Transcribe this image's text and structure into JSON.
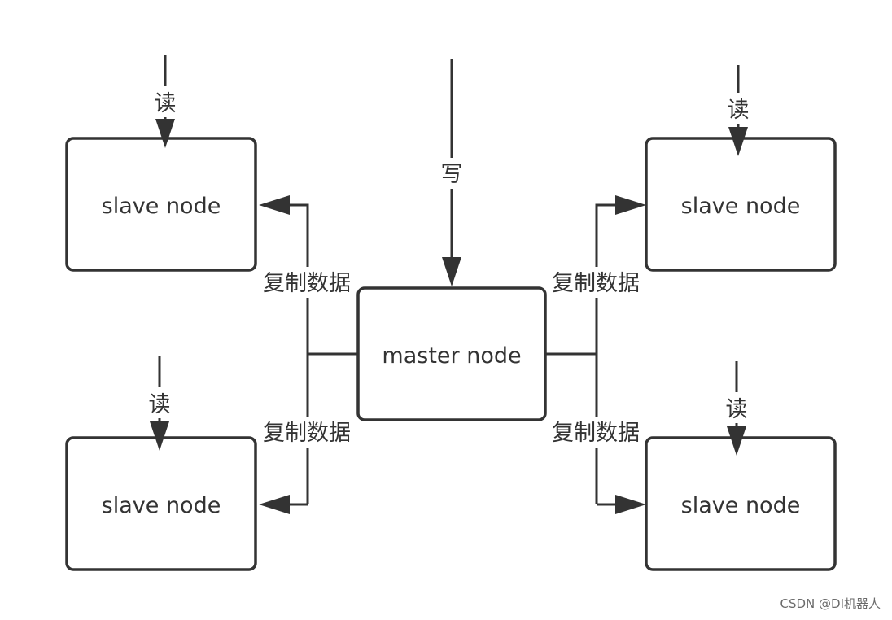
{
  "nodes": {
    "master": "master node",
    "slave_top_left": "slave node",
    "slave_top_right": "slave node",
    "slave_bottom_left": "slave node",
    "slave_bottom_right": "slave node"
  },
  "edges": {
    "write": "写",
    "read_top_left": "读",
    "read_top_right": "读",
    "read_bottom_left": "读",
    "read_bottom_right": "读",
    "replicate_top_left": "复制数据",
    "replicate_top_right": "复制数据",
    "replicate_bottom_left": "复制数据",
    "replicate_bottom_right": "复制数据"
  },
  "watermark": "CSDN @DI机器人",
  "colors": {
    "stroke": "#333333",
    "background": "#ffffff",
    "watermark": "#6b6b6b"
  }
}
